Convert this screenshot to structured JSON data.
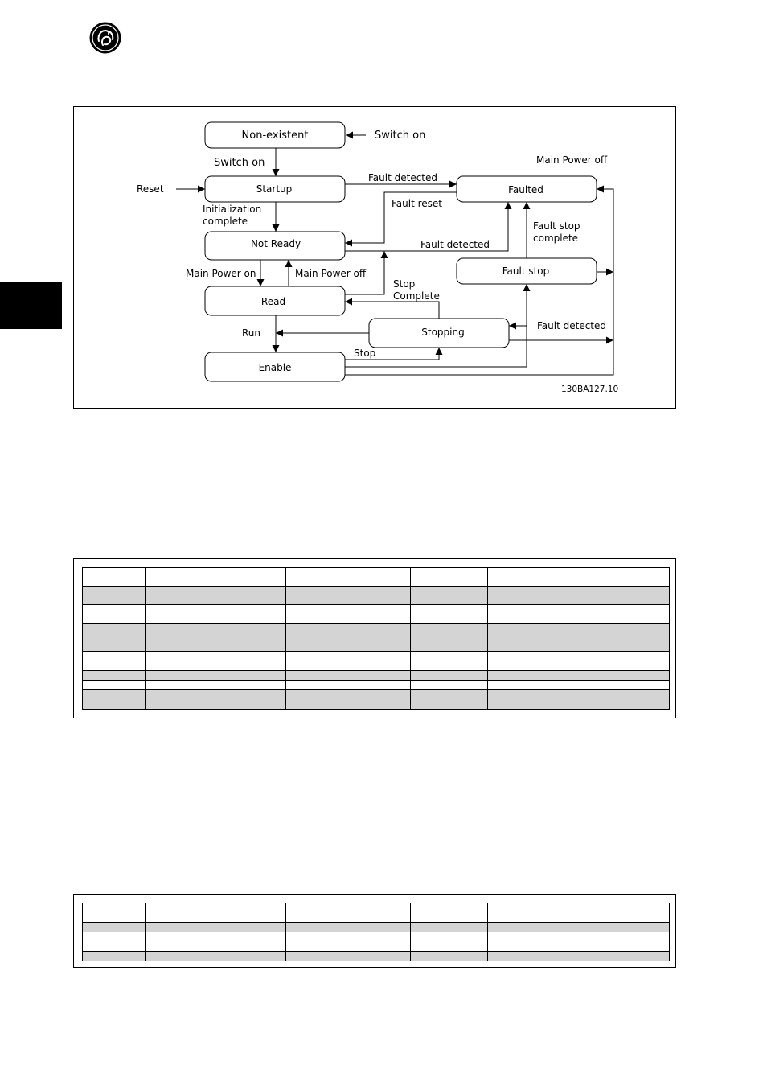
{
  "brand": {
    "logo": "ge-monogram-logo"
  },
  "diagram": {
    "states": {
      "non_existent": "Non-existent",
      "startup": "Startup",
      "not_ready": "Not Ready",
      "ready": "Read",
      "enable": "Enable",
      "stopping": "Stopping",
      "faulted": "Faulted",
      "fault_stop": "Fault stop"
    },
    "labels": {
      "switch_on_external": "Switch on",
      "switch_on": "Switch on",
      "reset": "Reset",
      "init_line1": "Initialization",
      "init_line2": "complete",
      "main_power_on": "Main Power on",
      "main_power_off_up": "Main Power off",
      "main_power_off_right": "Main Power off",
      "run": "Run",
      "stop": "Stop",
      "stop_complete_line1": "Stop",
      "stop_complete_line2": "Complete",
      "fault_detected_top": "Fault detected",
      "fault_reset": "Fault reset",
      "fault_detected_mid": "Fault detected",
      "fault_stop_complete_line1": "Fault stop",
      "fault_stop_complete_line2": "complete",
      "fault_detected_right": "Fault detected"
    },
    "figure_id": "130BA127.10"
  },
  "table1": {
    "columns": 7,
    "row_shading": [
      false,
      true,
      false,
      true,
      false,
      true,
      false,
      true
    ]
  },
  "table2": {
    "columns": 7,
    "row_shading": [
      false,
      true,
      false,
      true
    ]
  }
}
